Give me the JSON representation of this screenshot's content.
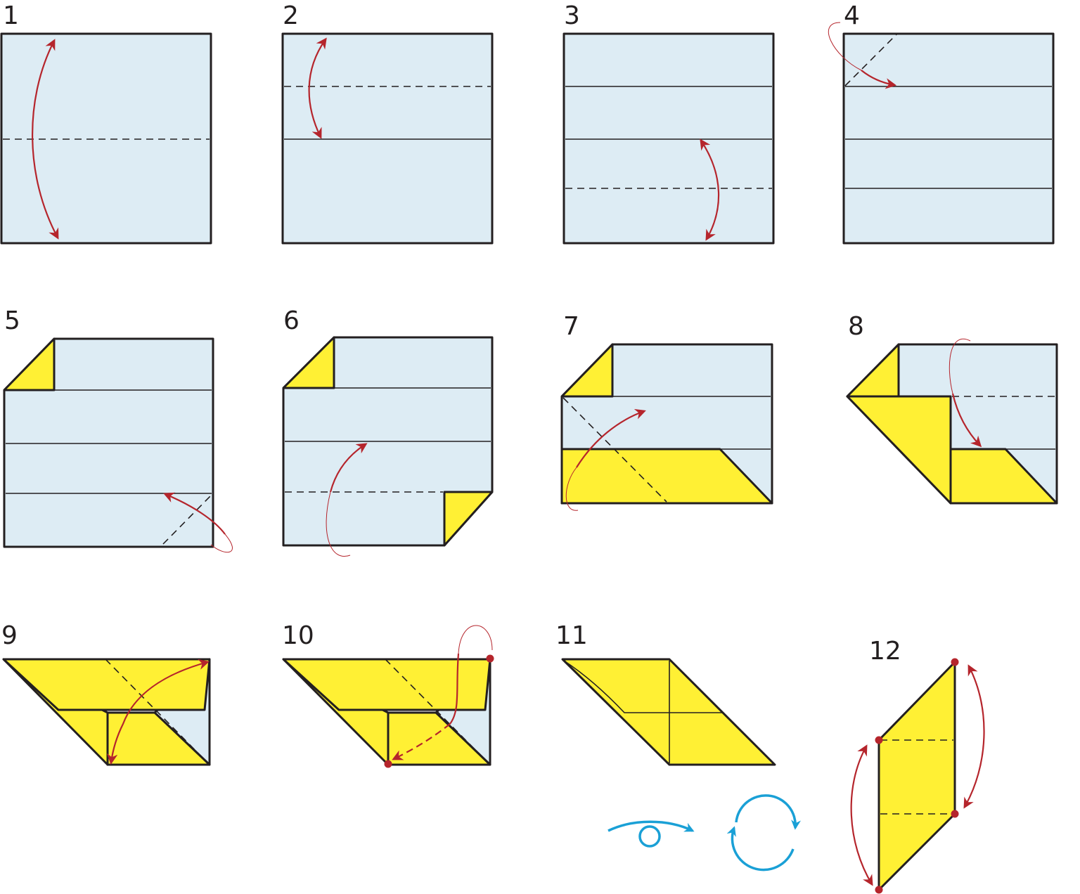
{
  "steps": [
    {
      "number": "1"
    },
    {
      "number": "2"
    },
    {
      "number": "3"
    },
    {
      "number": "4"
    },
    {
      "number": "5"
    },
    {
      "number": "6"
    },
    {
      "number": "7"
    },
    {
      "number": "8"
    },
    {
      "number": "9"
    },
    {
      "number": "10"
    },
    {
      "number": "11"
    },
    {
      "number": "12"
    }
  ],
  "symbols": [
    "turn-over-icon",
    "rotate-icon"
  ],
  "colors": {
    "paper_back": "#ddecf4",
    "paper_front": "#fff034",
    "outline": "#231f20",
    "fold_arrow": "#b5252c",
    "symbol": "#1aa0d6"
  }
}
